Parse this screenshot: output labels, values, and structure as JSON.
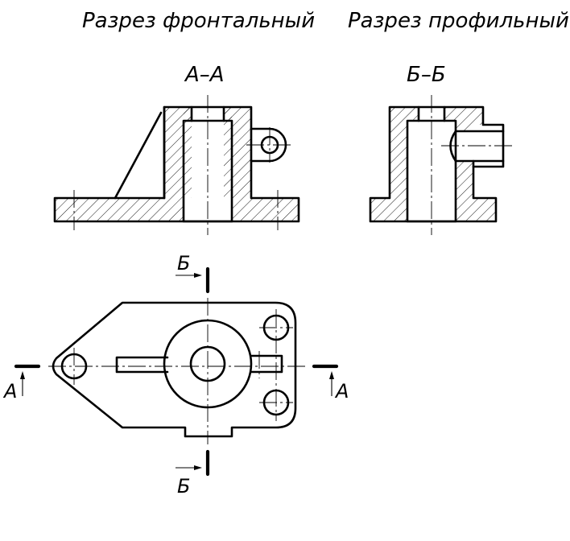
{
  "titles": {
    "frontal": "Разрез фронтальный",
    "profile": "Разрез профильный"
  },
  "section_labels": {
    "front": "А–А",
    "profile": "Б–Б"
  },
  "cut_marks": {
    "a_left": "А",
    "a_right": "А",
    "b_top": "Б",
    "b_bottom": "Б"
  }
}
